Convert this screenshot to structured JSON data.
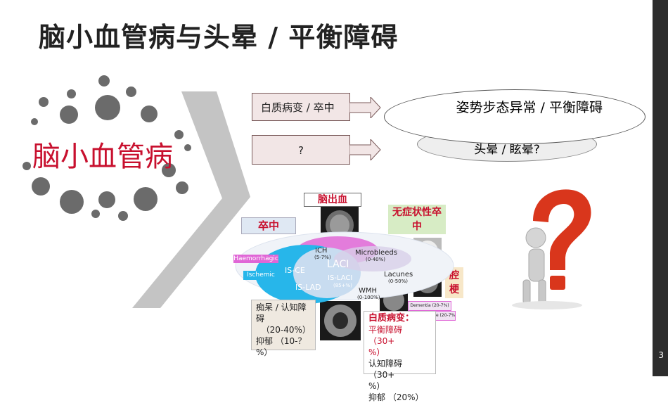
{
  "title": "脑小血管病与头晕 / 平衡障碍",
  "page_number": "3",
  "topic": "脑小血管病",
  "flow": {
    "box1": "白质病变 / 卒中",
    "box2": "?",
    "oval_front": "姿势步态异常 / 平衡障碍",
    "oval_back": "头晕 / 眩晕?"
  },
  "diagram": {
    "intracerebral_hemorrhage": "脑出血",
    "stroke": "卒中",
    "silent_stroke": "无症状性卒中",
    "lacunar": "腔梗",
    "haemorrhagic": "Haemorrhagic",
    "ischemic": "Ischemic",
    "ich": "ICH",
    "ich_pct": "(5-7%)",
    "microbleeds": "Microbleeds",
    "microbleeds_pct": "(0-40%)",
    "laci": "LACI",
    "is_ce": "IS-CE",
    "is_laci": "IS-LACI",
    "is_laci_pct": "(85+%)",
    "is_lad": "IS-LAD",
    "lacunes": "Lacunes",
    "lacunes_pct": "(0-50%)",
    "wmh": "WMH",
    "wmh_pct": "(0-100%)",
    "dementia": "Dementia (20-7%)",
    "incontinence": "Incontinence (20-7%)",
    "note_left": [
      "痴呆 / 认知障",
      "碍",
      "  （20-40%）",
      "抑郁 （10-？",
      "%）"
    ],
    "note_right_title": "白质病变：",
    "note_right_red": [
      "平衡障碍 （30+",
      "%）"
    ],
    "note_right": [
      "认知障碍 （30+",
      "%）",
      "抑郁 （20%）"
    ]
  },
  "colors": {
    "accent_red": "#c8102e",
    "dark": "#222222"
  }
}
